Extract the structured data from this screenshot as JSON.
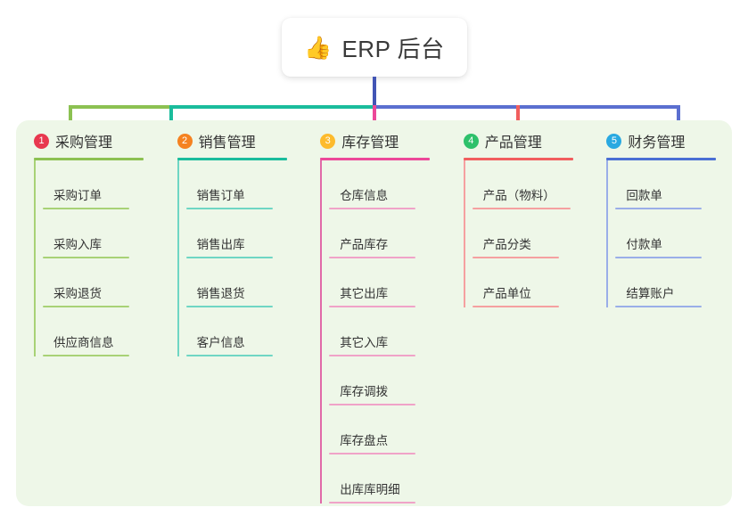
{
  "root": {
    "icon": "thumbs-up-emoji",
    "emoji": "👍",
    "title": "ERP 后台"
  },
  "colors": {
    "panel_background": "#eef7e8",
    "page_background": "#ffffff",
    "root_stem": "#4255b5",
    "branch_green": "#7cb342",
    "branch_teal": "#00bfa5",
    "branch_pink": "#ec4899",
    "branch_red": "#f15e5e",
    "branch_blue": "#5b6fd0"
  },
  "columns": [
    {
      "number": "1",
      "title": "采购管理",
      "badge_color": "#e8384f",
      "line_color": "#8cc152",
      "leaf_line_color": "#a8d276",
      "items": [
        "采购订单",
        "采购入库",
        "采购退货",
        "供应商信息"
      ]
    },
    {
      "number": "2",
      "title": "销售管理",
      "badge_color": "#f58220",
      "line_color": "#1abc9c",
      "leaf_line_color": "#6fd6c4",
      "items": [
        "销售订单",
        "销售出库",
        "销售退货",
        "客户信息"
      ]
    },
    {
      "number": "3",
      "title": "库存管理",
      "badge_color": "#fdbb2d",
      "line_color": "#ec4899",
      "leaf_line_color": "#f0a3c8",
      "items": [
        "仓库信息",
        "产品库存",
        "其它出库",
        "其它入库",
        "库存调拨",
        "库存盘点",
        "出库库明细"
      ]
    },
    {
      "number": "4",
      "title": "产品管理",
      "badge_color": "#2ec16b",
      "line_color": "#f15e5e",
      "leaf_line_color": "#f5a0a0",
      "items": [
        "产品（物料）",
        "产品分类",
        "产品单位"
      ]
    },
    {
      "number": "5",
      "title": "财务管理",
      "badge_color": "#29a9e1",
      "line_color": "#4a6fd4",
      "leaf_line_color": "#9aaee8",
      "items": [
        "回款单",
        "付款单",
        "结算账户"
      ]
    }
  ]
}
